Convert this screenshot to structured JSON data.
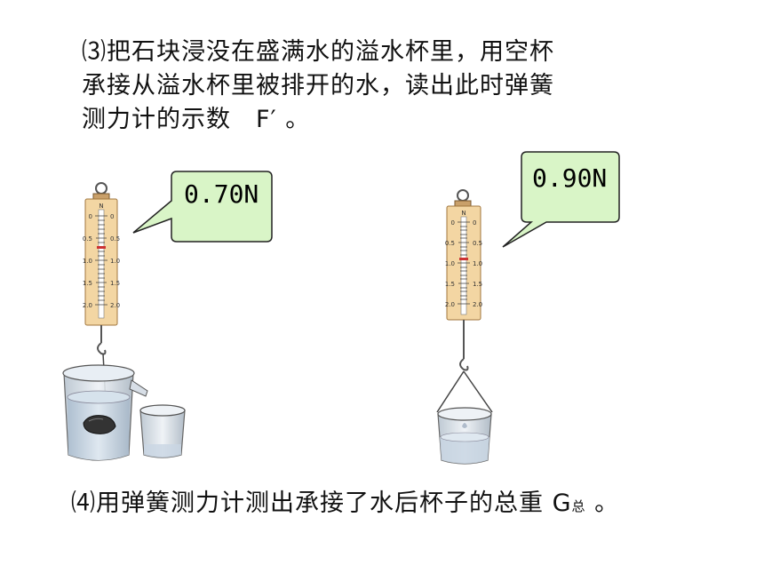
{
  "step3": {
    "line1": "⑶把石块浸没在盛满水的溢水杯里，用空杯",
    "line2": "承接从溢水杯里被排开的水，读出此时弹簧",
    "line3": "测力计的示数　F′ 。"
  },
  "step4": {
    "main": "⑷用弹簧测力计测出承接了水后杯子的总重 G",
    "subscript": "总",
    "end": " 。"
  },
  "left_scale": {
    "reading": "0.70N",
    "unit_label": "N",
    "ticks": [
      "0",
      "0.5",
      "1.0",
      "1.5",
      "2.0"
    ]
  },
  "right_scale": {
    "reading": "0.90N",
    "unit_label": "N",
    "ticks": [
      "0",
      "0.5",
      "1.0",
      "1.5",
      "2.0"
    ]
  },
  "colors": {
    "callout_fill": "#d9f5c7",
    "scale_body": "#f3d6a3",
    "water": "#c9d6e3"
  }
}
